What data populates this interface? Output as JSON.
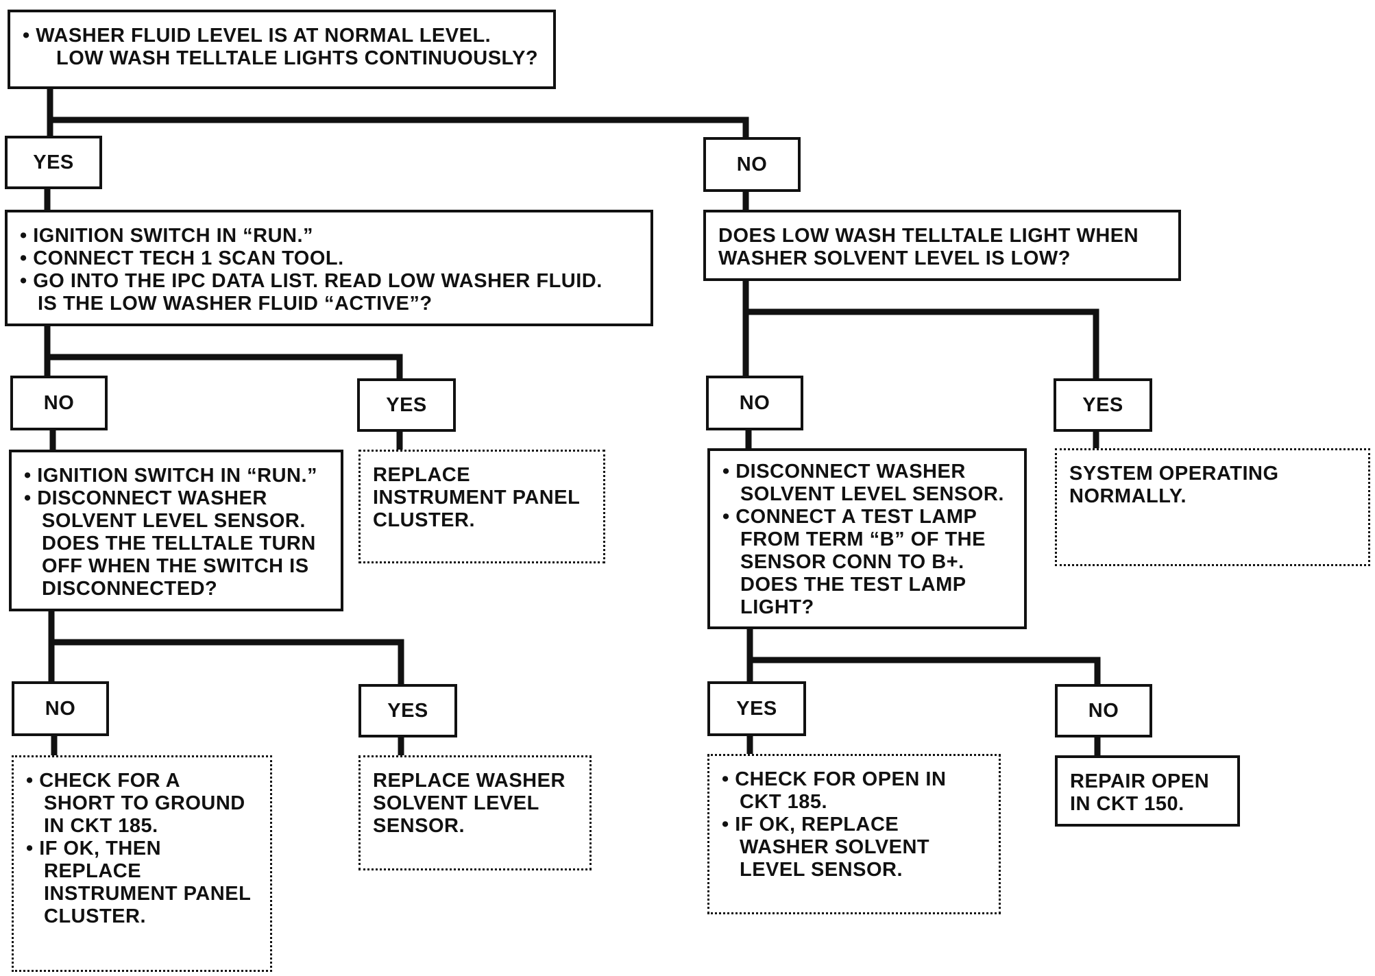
{
  "nodes": {
    "start": [
      "• WASHER FLUID LEVEL IS AT NORMAL LEVEL.",
      "LOW WASH TELLTALE LIGHTS CONTINUOUSLY?"
    ],
    "yes_a": "YES",
    "no_a": "NO",
    "ignition_check": [
      "• IGNITION SWITCH IN “RUN.”",
      "• CONNECT TECH 1 SCAN TOOL.",
      "• GO INTO THE IPC DATA LIST. READ LOW WASHER FLUID.",
      "IS THE LOW WASHER FLUID “ACTIVE”?"
    ],
    "low_wash_check": [
      "DOES LOW WASH TELLTALE LIGHT WHEN",
      "WASHER SOLVENT LEVEL IS LOW?"
    ],
    "no_b": "NO",
    "yes_b": "YES",
    "no_c": "NO",
    "yes_c": "YES",
    "disconnect_check": [
      "• IGNITION SWITCH IN “RUN.”",
      "• DISCONNECT WASHER",
      "SOLVENT LEVEL SENSOR.",
      "DOES THE TELLTALE TURN",
      "OFF WHEN THE SWITCH IS",
      "DISCONNECTED?"
    ],
    "replace_cluster": [
      "REPLACE",
      "INSTRUMENT PANEL",
      "CLUSTER."
    ],
    "test_lamp_check": [
      "• DISCONNECT WASHER",
      "SOLVENT LEVEL SENSOR.",
      "• CONNECT A TEST LAMP",
      "FROM TERM “B” OF THE",
      "SENSOR CONN TO B+.",
      "DOES THE TEST LAMP",
      "LIGHT?"
    ],
    "system_ok": [
      "SYSTEM OPERATING",
      "NORMALLY."
    ],
    "no_d": "NO",
    "yes_d": "YES",
    "yes_e": "YES",
    "no_e": "NO",
    "short_check": [
      "• CHECK FOR A",
      "SHORT TO GROUND",
      "IN CKT 185.",
      "• IF OK, THEN",
      "REPLACE",
      "INSTRUMENT PANEL",
      "CLUSTER."
    ],
    "replace_sensor": [
      "REPLACE WASHER",
      "SOLVENT LEVEL",
      "SENSOR."
    ],
    "open_check": [
      "• CHECK FOR OPEN IN",
      "CKT 185.",
      "• IF OK, REPLACE",
      "WASHER SOLVENT",
      "LEVEL SENSOR."
    ],
    "repair_open": [
      "REPAIR OPEN",
      "IN CKT 150."
    ]
  },
  "edges": [
    [
      "start",
      "yes_a"
    ],
    [
      "start",
      "no_a"
    ],
    [
      "yes_a",
      "ignition_check"
    ],
    [
      "no_a",
      "low_wash_check"
    ],
    [
      "ignition_check",
      "no_b"
    ],
    [
      "ignition_check",
      "yes_b"
    ],
    [
      "low_wash_check",
      "no_c"
    ],
    [
      "low_wash_check",
      "yes_c"
    ],
    [
      "no_b",
      "disconnect_check"
    ],
    [
      "yes_b",
      "replace_cluster"
    ],
    [
      "no_c",
      "test_lamp_check"
    ],
    [
      "yes_c",
      "system_ok"
    ],
    [
      "disconnect_check",
      "no_d"
    ],
    [
      "disconnect_check",
      "yes_d"
    ],
    [
      "test_lamp_check",
      "yes_e"
    ],
    [
      "test_lamp_check",
      "no_e"
    ],
    [
      "no_d",
      "short_check"
    ],
    [
      "yes_d",
      "replace_sensor"
    ],
    [
      "yes_e",
      "open_check"
    ],
    [
      "no_e",
      "repair_open"
    ]
  ]
}
